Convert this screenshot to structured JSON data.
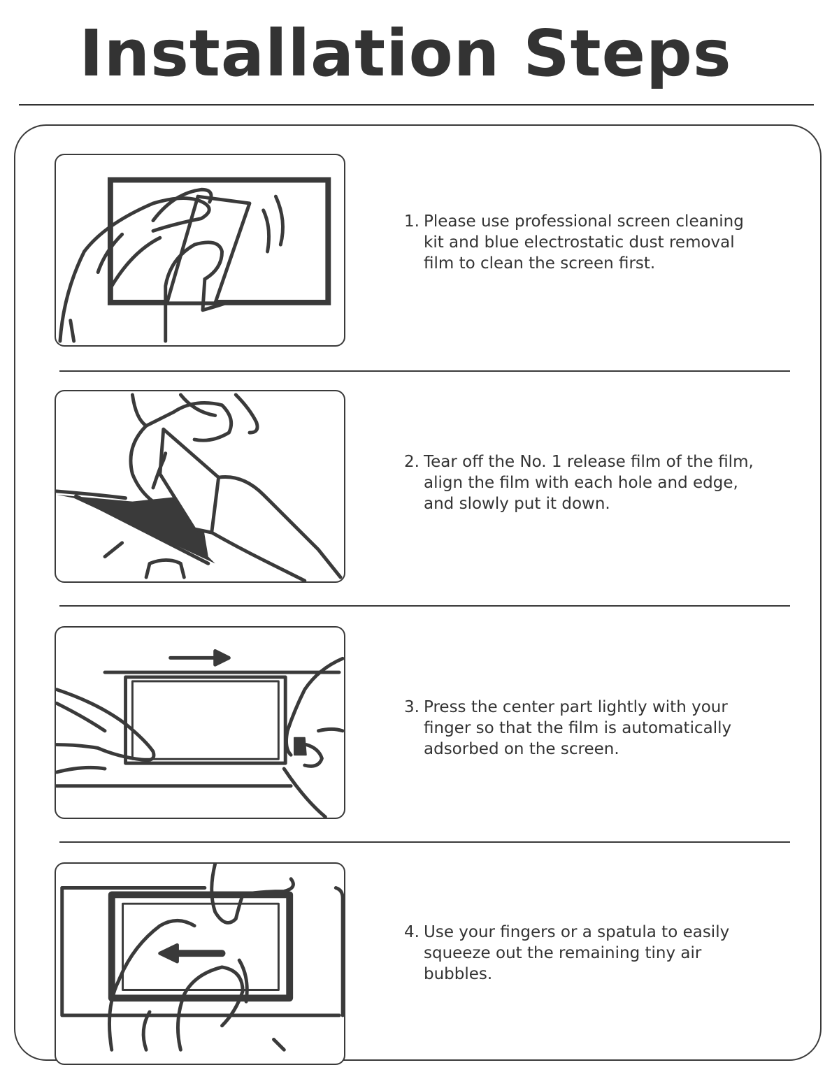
{
  "title": "Installation Steps",
  "steps": [
    {
      "number": "1.",
      "text": "Please use professional screen cleaning kit and blue electrostatic dust removal film to clean the screen first.",
      "illustration": "hand-wiping-screen-illustration"
    },
    {
      "number": "2.",
      "text": "Tear off the No. 1 release film of the film, align the film with each hole and edge, and slowly put it down.",
      "illustration": "hands-peeling-film-illustration"
    },
    {
      "number": "3.",
      "text": "Press the center part lightly with your finger so that the film is automatically adsorbed on the screen.",
      "illustration": "finger-pressing-film-illustration"
    },
    {
      "number": "4.",
      "text": "Use your fingers or a spatula to easily squeeze out the remaining tiny air bubbles.",
      "illustration": "fingers-squeezing-bubbles-illustration"
    }
  ],
  "colors": {
    "ink": "#333333",
    "line": "#3a3a3a",
    "background": "#ffffff"
  }
}
